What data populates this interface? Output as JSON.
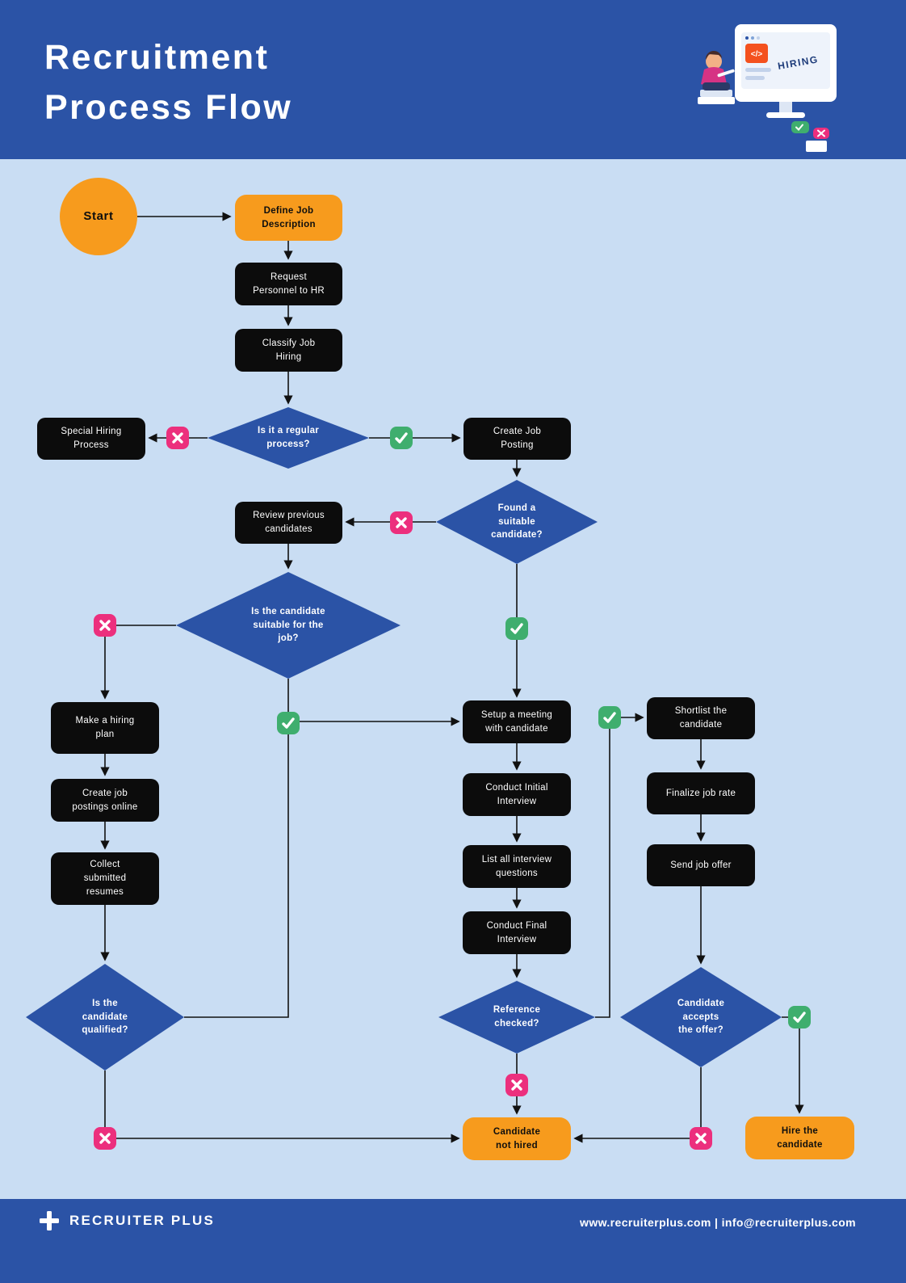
{
  "header": {
    "title_line1": "Recruitment",
    "title_line2": "Process Flow",
    "illustration": {
      "screen_label": "HIRING",
      "code_icon": "</>"
    }
  },
  "footer": {
    "brand": "RECRUITER PLUS",
    "contact": "www.recruiterplus.com | info@recruiterplus.com"
  },
  "colors": {
    "header_footer_blue": "#2b53a6",
    "canvas_light_blue": "#c9ddf3",
    "decision_blue": "#2b53a6",
    "process_black": "#0c0c0c",
    "accent_orange": "#f79b1d",
    "yes_green": "#3fae6e",
    "no_pink": "#ec2f7d",
    "connector_black": "#111111"
  },
  "legend": {
    "yes_icon": "check",
    "no_icon": "cross"
  },
  "nodes": {
    "start": {
      "type": "start",
      "label": "Start"
    },
    "define_job_description": {
      "type": "terminal",
      "label": "Define Job\nDescription"
    },
    "request_personnel_to_hr": {
      "type": "process",
      "label": "Request\nPersonnel to HR"
    },
    "classify_job_hiring": {
      "type": "process",
      "label": "Classify Job\nHiring"
    },
    "is_regular_process": {
      "type": "decision",
      "label": "Is it a regular\nprocess?"
    },
    "special_hiring_process": {
      "type": "process",
      "label": "Special Hiring\nProcess"
    },
    "create_job_posting": {
      "type": "process",
      "label": "Create Job\nPosting"
    },
    "found_suitable_candidate": {
      "type": "decision",
      "label": "Found a\nsuitable\ncandidate?"
    },
    "review_previous_candidates": {
      "type": "process",
      "label": "Review previous\ncandidates"
    },
    "is_candidate_suitable": {
      "type": "decision",
      "label": "Is the candidate\nsuitable for the\njob?"
    },
    "make_hiring_plan": {
      "type": "process",
      "label": "Make a hiring\nplan"
    },
    "create_job_postings_online": {
      "type": "process",
      "label": "Create job\npostings online"
    },
    "collect_submitted_resumes": {
      "type": "process",
      "label": "Collect\nsubmitted\nresumes"
    },
    "is_candidate_qualified": {
      "type": "decision",
      "label": "Is the\ncandidate\nqualified?"
    },
    "setup_meeting_with_candidate": {
      "type": "process",
      "label": "Setup a meeting\nwith candidate"
    },
    "conduct_initial_interview": {
      "type": "process",
      "label": "Conduct Initial\nInterview"
    },
    "list_all_interview_questions": {
      "type": "process",
      "label": "List all interview\nquestions"
    },
    "conduct_final_interview": {
      "type": "process",
      "label": "Conduct Final\nInterview"
    },
    "reference_checked": {
      "type": "decision",
      "label": "Reference\nchecked?"
    },
    "shortlist_the_candidate": {
      "type": "process",
      "label": "Shortlist the\ncandidate"
    },
    "finalize_job_rate": {
      "type": "process",
      "label": "Finalize job rate"
    },
    "send_job_offer": {
      "type": "process",
      "label": "Send job offer"
    },
    "candidate_accepts_the_offer": {
      "type": "decision",
      "label": "Candidate\naccepts\nthe offer?"
    },
    "candidate_not_hired": {
      "type": "terminal",
      "label": "Candidate\nnot hired"
    },
    "hire_the_candidate": {
      "type": "terminal",
      "label": "Hire the\ncandidate"
    }
  },
  "edges": [
    {
      "from": "start",
      "to": "define_job_description",
      "decision": null
    },
    {
      "from": "define_job_description",
      "to": "request_personnel_to_hr",
      "decision": null
    },
    {
      "from": "request_personnel_to_hr",
      "to": "classify_job_hiring",
      "decision": null
    },
    {
      "from": "classify_job_hiring",
      "to": "is_regular_process",
      "decision": null
    },
    {
      "from": "is_regular_process",
      "to": "special_hiring_process",
      "decision": "no"
    },
    {
      "from": "is_regular_process",
      "to": "create_job_posting",
      "decision": "yes"
    },
    {
      "from": "create_job_posting",
      "to": "found_suitable_candidate",
      "decision": null
    },
    {
      "from": "found_suitable_candidate",
      "to": "review_previous_candidates",
      "decision": "no"
    },
    {
      "from": "found_suitable_candidate",
      "to": "setup_meeting_with_candidate",
      "decision": "yes"
    },
    {
      "from": "review_previous_candidates",
      "to": "is_candidate_suitable",
      "decision": null
    },
    {
      "from": "is_candidate_suitable",
      "to": "make_hiring_plan",
      "decision": "no"
    },
    {
      "from": "is_candidate_suitable",
      "to": "setup_meeting_with_candidate",
      "decision": "yes"
    },
    {
      "from": "make_hiring_plan",
      "to": "create_job_postings_online",
      "decision": null
    },
    {
      "from": "create_job_postings_online",
      "to": "collect_submitted_resumes",
      "decision": null
    },
    {
      "from": "collect_submitted_resumes",
      "to": "is_candidate_qualified",
      "decision": null
    },
    {
      "from": "is_candidate_qualified",
      "to": "setup_meeting_with_candidate",
      "decision": "yes"
    },
    {
      "from": "is_candidate_qualified",
      "to": "candidate_not_hired",
      "decision": "no"
    },
    {
      "from": "setup_meeting_with_candidate",
      "to": "conduct_initial_interview",
      "decision": null
    },
    {
      "from": "conduct_initial_interview",
      "to": "list_all_interview_questions",
      "decision": null
    },
    {
      "from": "list_all_interview_questions",
      "to": "conduct_final_interview",
      "decision": null
    },
    {
      "from": "conduct_final_interview",
      "to": "reference_checked",
      "decision": null
    },
    {
      "from": "reference_checked",
      "to": "shortlist_the_candidate",
      "decision": "yes"
    },
    {
      "from": "reference_checked",
      "to": "candidate_not_hired",
      "decision": "no"
    },
    {
      "from": "shortlist_the_candidate",
      "to": "finalize_job_rate",
      "decision": null
    },
    {
      "from": "finalize_job_rate",
      "to": "send_job_offer",
      "decision": null
    },
    {
      "from": "send_job_offer",
      "to": "candidate_accepts_the_offer",
      "decision": null
    },
    {
      "from": "candidate_accepts_the_offer",
      "to": "hire_the_candidate",
      "decision": "yes"
    },
    {
      "from": "candidate_accepts_the_offer",
      "to": "candidate_not_hired",
      "decision": "no"
    }
  ]
}
